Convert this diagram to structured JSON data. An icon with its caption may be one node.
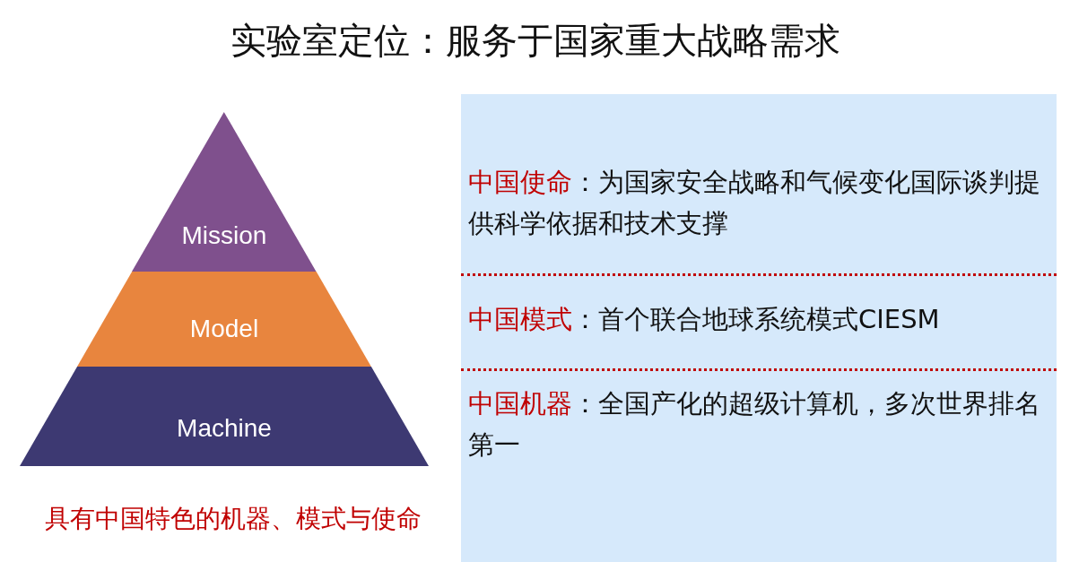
{
  "diagram": {
    "title": "实验室定位：服务于国家重大战略需求",
    "nodes": [
      {
        "text": [
          "Mission"
        ]
      },
      {
        "text": [
          "Model"
        ]
      },
      {
        "text": [
          "Machine"
        ]
      },
      {
        "text": [],
        "shape": "box"
      },
      {
        "text": [
          "中国使命",
          "：为国家安全战略和气候变化国际谈判提供科学依据和技术支撑"
        ],
        "in": 3
      },
      {
        "text": [
          "中国模式",
          "：首个联合地球系统模式CIESM"
        ],
        "in": 3
      },
      {
        "text": [
          "中国机器",
          "：全国产化的超级计算机，多次世界排名第一"
        ],
        "in": 3
      }
    ],
    "edges": [],
    "labels": [
      "具有中国特色的机器、模式与使命"
    ]
  }
}
